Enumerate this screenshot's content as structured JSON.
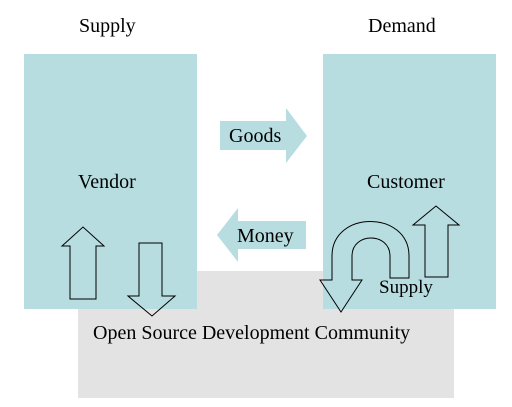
{
  "headings": {
    "supply": "Supply",
    "demand": "Demand"
  },
  "boxes": {
    "vendor": "Vendor",
    "customer": "Customer",
    "community": "Open Source Development Community"
  },
  "flows": {
    "goods": "Goods",
    "money": "Money",
    "community_supply": "Supply"
  },
  "colors": {
    "party_box": "#b7dde1",
    "flow_arrow": "#b7dde1",
    "community_box": "#e3e3e3",
    "outline_arrow": "#000000",
    "background": "#ffffff"
  },
  "icons": {
    "goods_arrow": "right-arrow-icon",
    "money_arrow": "left-arrow-icon",
    "vendor_up_arrow": "up-arrow-icon",
    "vendor_down_arrow": "down-arrow-icon",
    "customer_u_turn_arrow": "u-turn-arrow-icon",
    "customer_up_arrow": "up-arrow-icon"
  }
}
